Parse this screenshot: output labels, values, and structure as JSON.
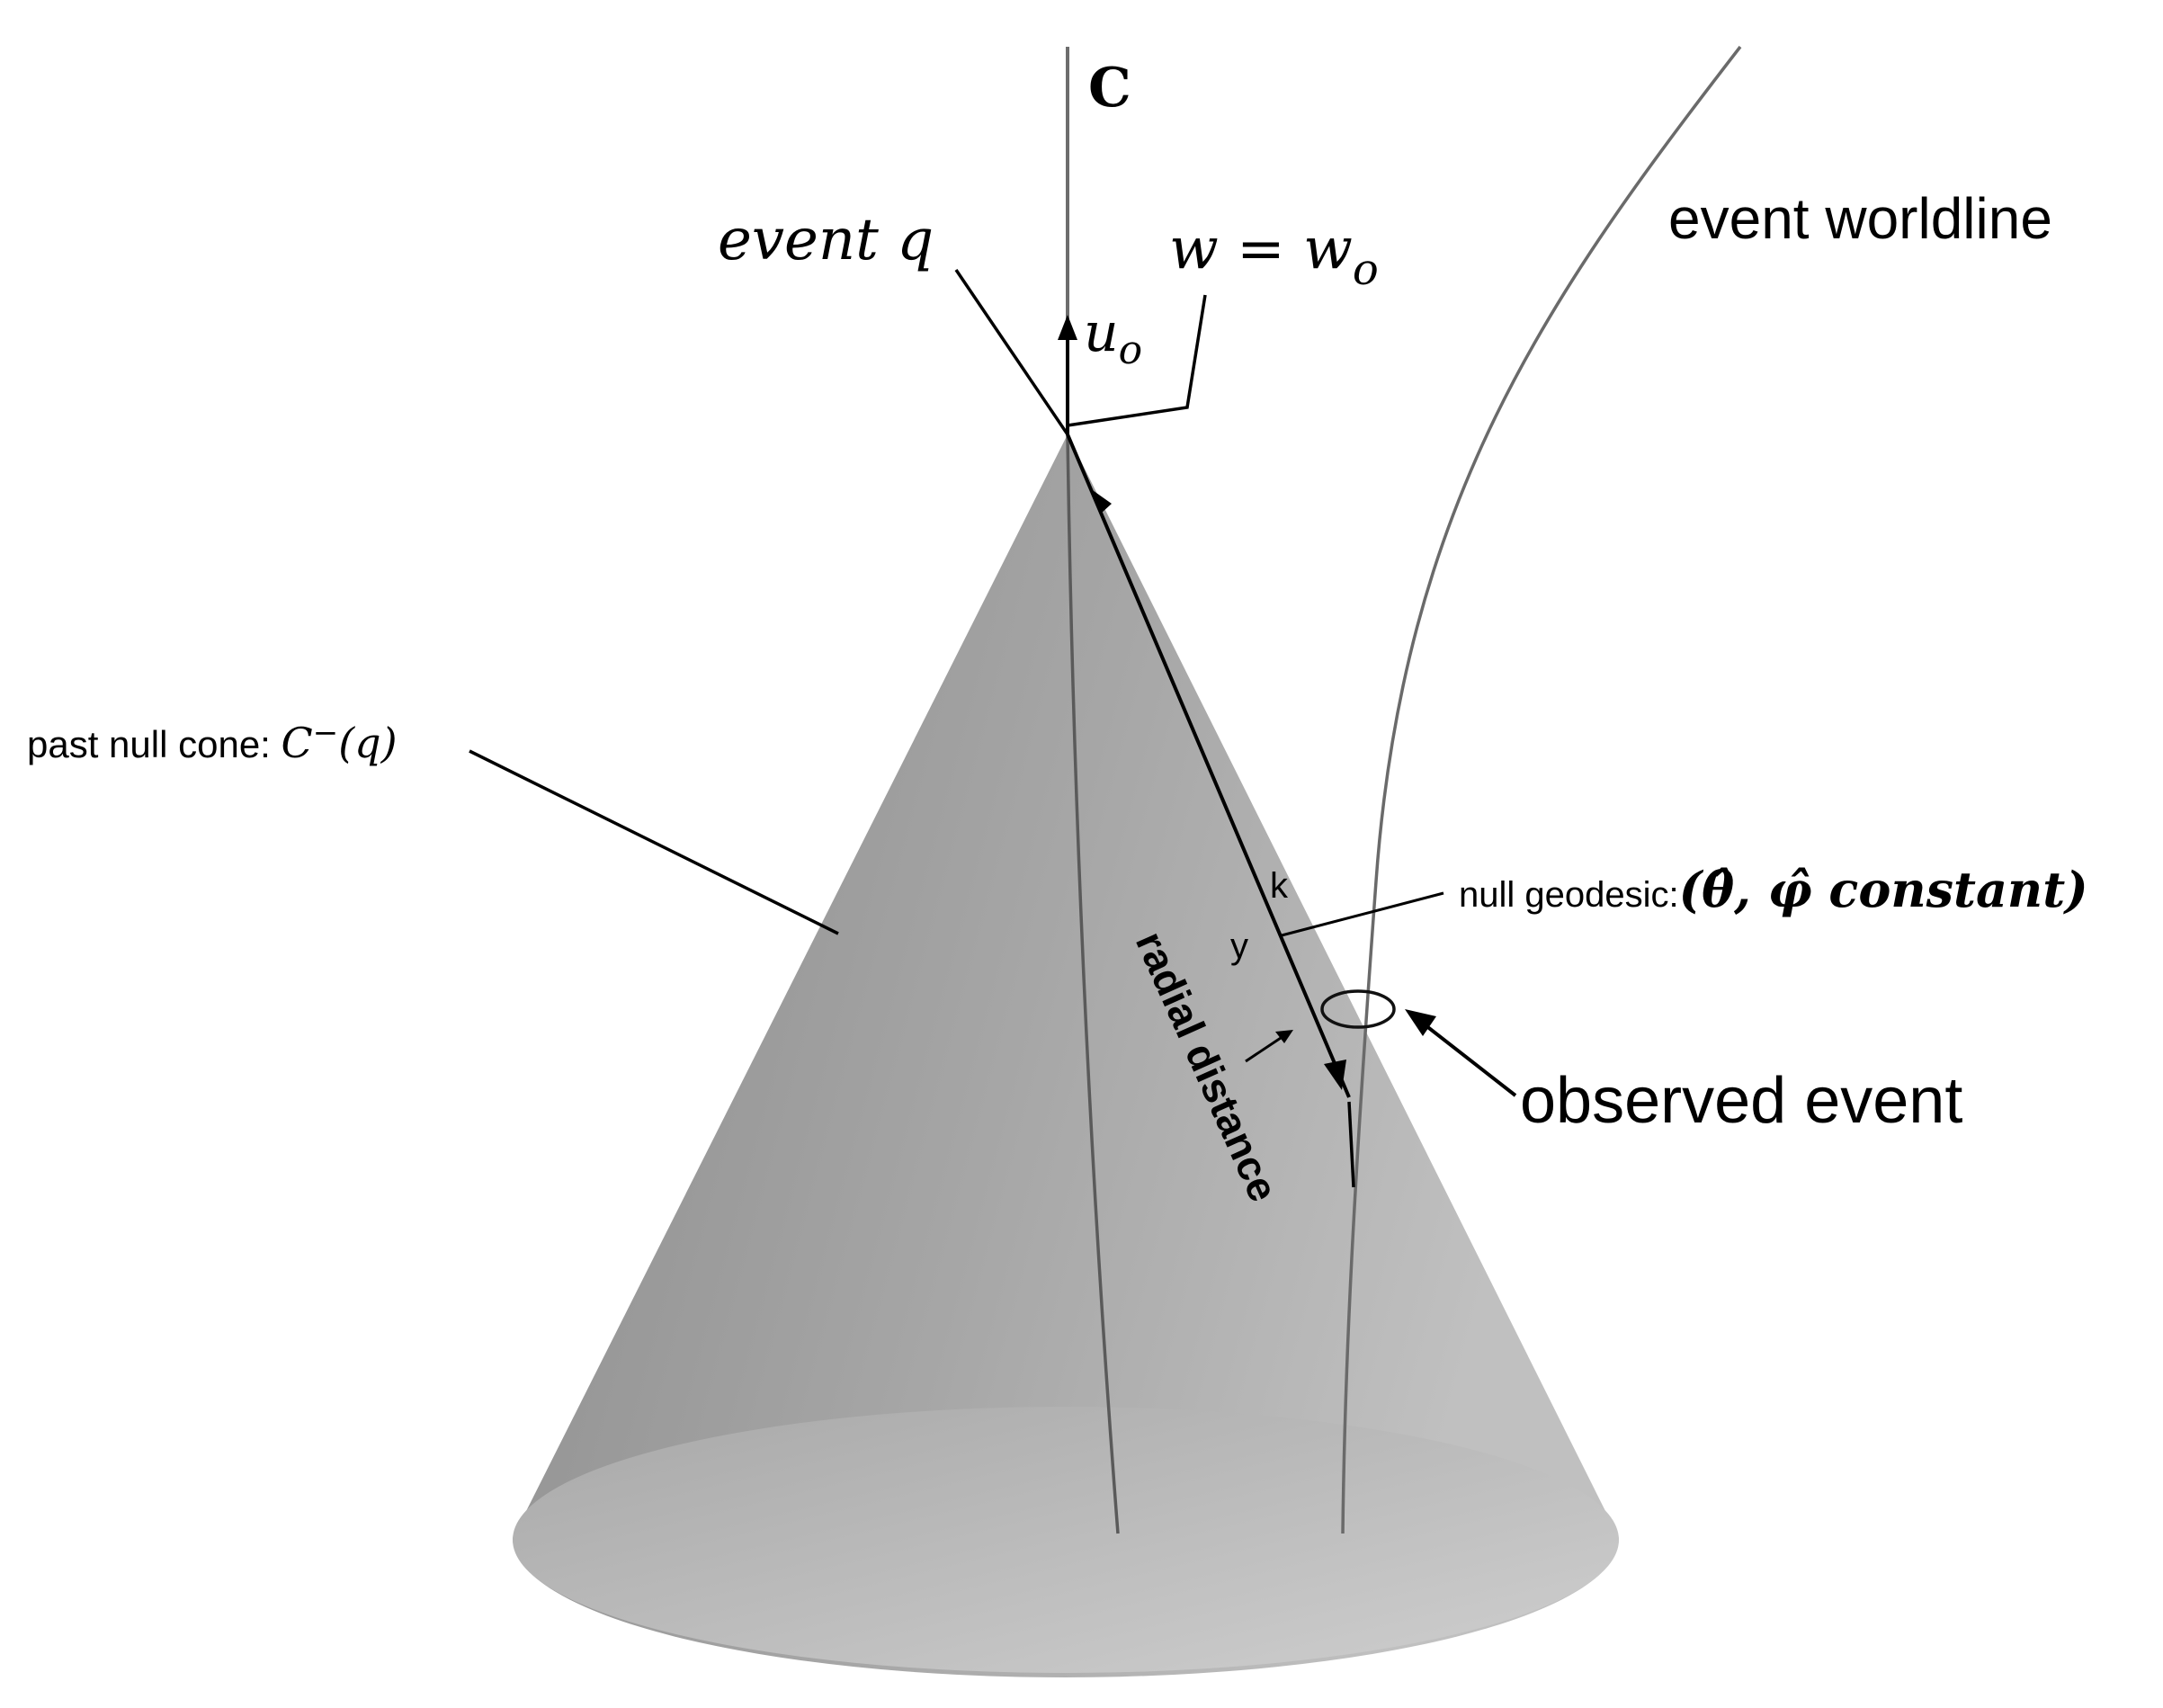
{
  "labels": {
    "axis_c": "C",
    "event_q": "event q",
    "w_eq": "w = w",
    "w_sub": "o",
    "u_main": "u",
    "u_sub": "o",
    "event_worldline": "event worldline",
    "past_cone_prefix": "past null cone: ",
    "past_cone_math": "C",
    "past_cone_sup": "−",
    "past_cone_arg": "(q)",
    "k_label": "k",
    "y_label": "y",
    "radial_distance": "radial distance",
    "null_geodesic_prefix": "null geodesic:",
    "null_geodesic_math": "(θ̂, φ̂ constant)",
    "observed_event": "observed event"
  },
  "colors": {
    "cone_dark": "#8e8e8e",
    "cone_light": "#bdbdbd",
    "base_ellipse": "#c4c4c4",
    "worldline": "#7a7a7a",
    "ink": "#000000"
  }
}
